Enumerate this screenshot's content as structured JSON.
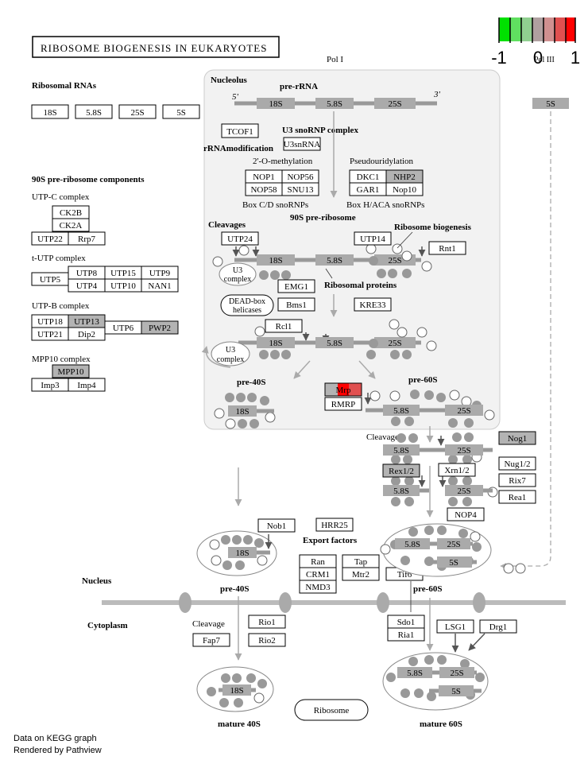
{
  "title": "RIBOSOME BIOGENESIS IN EUKARYOTES",
  "legend": {
    "min": "-1",
    "mid": "0",
    "max": "1",
    "colors": [
      "#00e000",
      "#40e040",
      "#80e080",
      "#a0a0a0",
      "#c08080",
      "#e04040",
      "#ff0000"
    ]
  },
  "footer": {
    "line1": "Data on KEGG graph",
    "line2": "Rendered by Pathview"
  },
  "labels": {
    "ribosomal_rnas": "Ribosomal RNAs",
    "pre90s_components": "90S pre-ribosome components",
    "utpc_complex": "UTP-C complex",
    "tutp_complex": "t-UTP complex",
    "utpb_complex": "UTP-B complex",
    "mpp10_complex": "MPP10 complex",
    "pol_i": "Pol I",
    "pol_iii": "Pol III",
    "nucleolus": "Nucleolus",
    "pre_rrna": "pre-rRNA",
    "five_prime": "5'",
    "three_prime": "3'",
    "u3_snornp_complex": "U3 snoRNP complex",
    "rrna_modification": "rRNAmodification",
    "o_methylation": "2'-O-methylation",
    "pseudouridylation": "Pseudouridylation",
    "box_cd": "Box C/D snoRNPs",
    "box_haca": "Box H/ACA snoRNPs",
    "pre90s_ribosome": "90S pre-ribosome",
    "cleavages": "Cleavages",
    "ribosome_biogenesis": "Ribosome biogenesis",
    "ribosomal_proteins": "Ribosomal proteins",
    "u3_complex": "U3 complex",
    "deadbox_helicases": "DEAD-box helicases",
    "pre40s": "pre-40S",
    "pre60s": "pre-60S",
    "cleavages2": "Cleavages",
    "export_factors": "Export factors",
    "nucleus": "Nucleus",
    "cytoplasm": "Cytoplasm",
    "cleavage": "Cleavage",
    "pre40s_lower": "pre-40S",
    "pre60s_lower": "pre-60S",
    "ribosome": "Ribosome",
    "mature40s": "mature 40S",
    "mature60s": "mature 60S"
  },
  "rrna_segments": {
    "s18": "18S",
    "s58": "5.8S",
    "s25": "25S",
    "s5": "5S"
  },
  "genes": {
    "g18s": "18S",
    "g58s": "5.8S",
    "g25s": "25S",
    "g5s": "5S",
    "ck2b": "CK2B",
    "ck2a": "CK2A",
    "utp22": "UTP22",
    "rrp7": "Rrp7",
    "utp5": "UTP5",
    "utp8": "UTP8",
    "utp15": "UTP15",
    "utp9": "UTP9",
    "utp4": "UTP4",
    "utp10": "UTP10",
    "nan1": "NAN1",
    "utp18": "UTP18",
    "utp13": "UTP13",
    "utp6": "UTP6",
    "pwp2": "PWP2",
    "utp21": "UTP21",
    "dip2": "Dip2",
    "mpp10": "MPP10",
    "imp3": "Imp3",
    "imp4": "Imp4",
    "tcof1": "TCOF1",
    "u3snrna": "U3snRNA",
    "nop1": "NOP1",
    "nop56": "NOP56",
    "nop58": "NOP58",
    "snu13": "SNU13",
    "dkc1": "DKC1",
    "nhp2": "NHP2",
    "gar1": "GAR1",
    "nop10": "Nop10",
    "utp24": "UTP24",
    "utp14": "UTP14",
    "rnt1": "Rnt1",
    "emg1": "EMG1",
    "bms1": "Bms1",
    "kre33": "KRE33",
    "rcl1": "Rcl1",
    "mrp": "Mrp",
    "rmrp": "RMRP",
    "nog1": "Nog1",
    "rex12": "Rex1/2",
    "xrn12": "Xrn1/2",
    "nug12": "Nug1/2",
    "rix7": "Rix7",
    "rea1": "Rea1",
    "nop4": "NOP4",
    "nob1": "Nob1",
    "hrr25": "HRR25",
    "ran": "Ran",
    "tap": "Tap",
    "crm1": "CRM1",
    "mtr2": "Mtr2",
    "nmd3": "NMD3",
    "tif6": "Tif6",
    "rio1": "Rio1",
    "fap7": "Fap7",
    "rio2": "Rio2",
    "sdo1": "Sdo1",
    "ria1": "Ria1",
    "lsg1": "LSG1",
    "drg1": "Drg1"
  },
  "colors": {
    "gray_gene": "#b3b3b3",
    "expr_mrp": "#e05050",
    "expr_mrp_dark": "#ff0000"
  }
}
